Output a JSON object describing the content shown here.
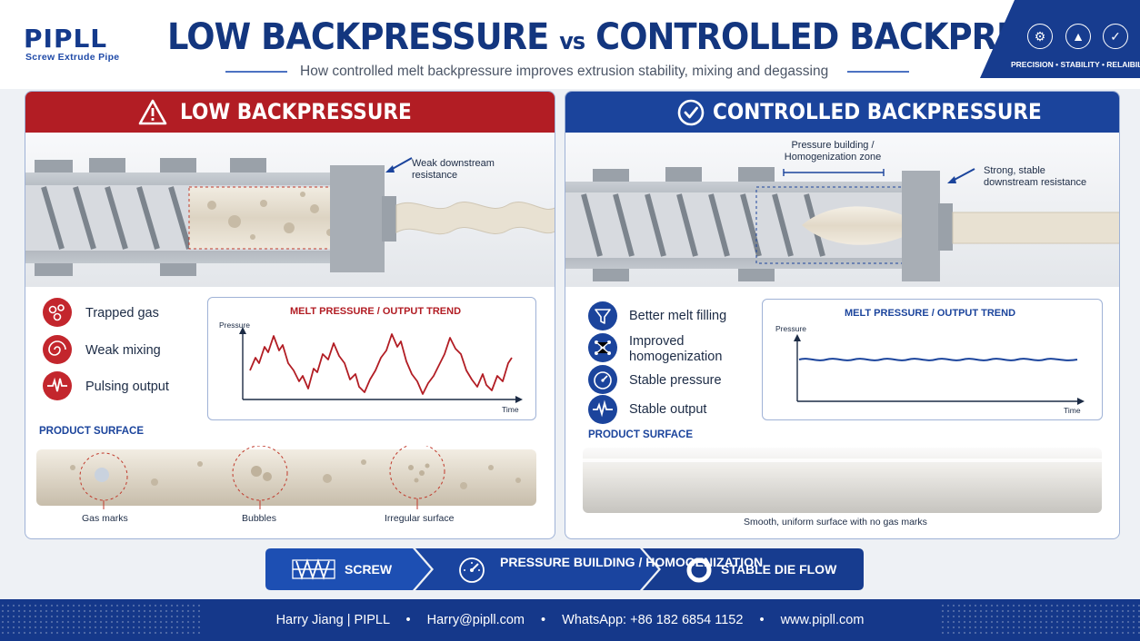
{
  "brand": {
    "logo": "PIPLL",
    "tagline": "Screw Extrude Pipe"
  },
  "header": {
    "title_left": "LOW BACKPRESSURE",
    "title_vs": "vs",
    "title_right": "CONTROLLED BACKPRESSURE",
    "subtitle": "How controlled melt backpressure improves extrusion stability, mixing and degassing",
    "corner_tag": "PRECISION • STABILITY • RELAIBILITY",
    "corner_icons": [
      "screw-icon",
      "chart-icon",
      "shield-icon"
    ]
  },
  "colors": {
    "navy": "#13367f",
    "red": "#b21d24",
    "blue": "#1b449c",
    "cream": "#e8e1d2"
  },
  "left_panel": {
    "title": "LOW BACKPRESSURE",
    "annotation": "Weak downstream resistance",
    "features": [
      {
        "icon": "trapped-gas-icon",
        "label": "Trapped gas"
      },
      {
        "icon": "weak-mixing-icon",
        "label": "Weak mixing"
      },
      {
        "icon": "pulsing-output-icon",
        "label": "Pulsing output"
      }
    ],
    "chart": {
      "title": "MELT PRESSURE / OUTPUT TREND",
      "ylabel": "Pressure",
      "xlabel": "Time"
    },
    "surface_label": "PRODUCT SURFACE",
    "surface_notes": [
      "Gas marks",
      "Bubbles",
      "Irregular surface"
    ]
  },
  "right_panel": {
    "title": "CONTROLLED BACKPRESSURE",
    "zone_label": "Pressure building / Homogenization zone",
    "annotation": "Strong, stable downstream resistance",
    "features": [
      {
        "icon": "funnel-icon",
        "label": "Better melt filling"
      },
      {
        "icon": "network-icon",
        "label": "Improved homogenization"
      },
      {
        "icon": "gauge-icon",
        "label": "Stable pressure"
      },
      {
        "icon": "wave-icon",
        "label": "Stable output"
      }
    ],
    "chart": {
      "title": "MELT PRESSURE / OUTPUT TREND",
      "ylabel": "Pressure",
      "xlabel": "Time"
    },
    "surface_label": "PRODUCT SURFACE",
    "surface_note": "Smooth, uniform surface with no gas marks"
  },
  "flow": [
    {
      "icon": "screw-icon",
      "label": "SCREW"
    },
    {
      "icon": "gauge-icon",
      "label": "PRESSURE BUILDING / HOMOGENIZATION"
    },
    {
      "icon": "ring-icon",
      "label": "STABLE DIE FLOW"
    }
  ],
  "footer": {
    "name": "Harry Jiang  |  PIPLL",
    "email": "Harry@pipll.com",
    "whatsapp": "WhatsApp: +86 182 6854 1152",
    "website": "www.pipll.com",
    "separator": "•"
  }
}
